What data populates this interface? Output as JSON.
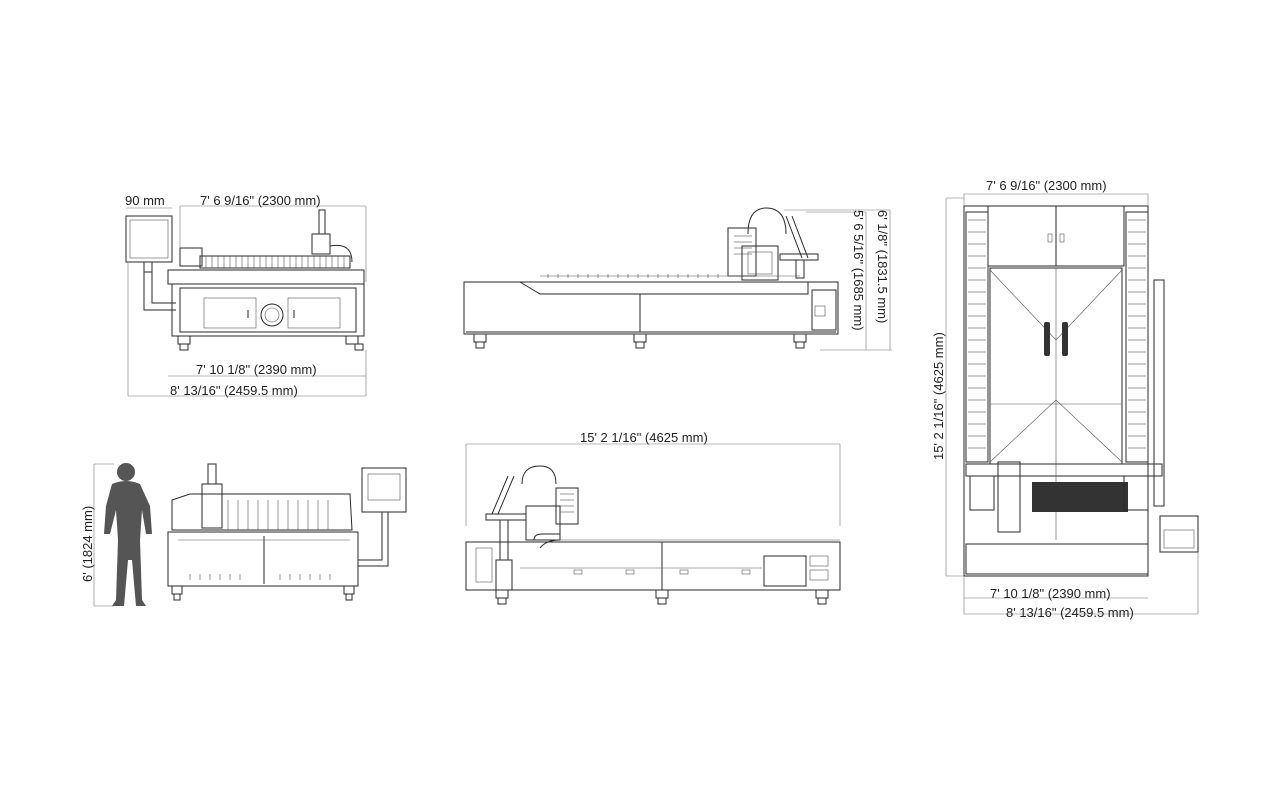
{
  "dimensions": {
    "panel_offset": "90 mm",
    "width_2300": "7' 6 9/16\" (2300 mm)",
    "width_2390": "7' 10 1/8\" (2390 mm)",
    "width_2459": "8' 13/16\" (2459.5 mm)",
    "length_4625": "15' 2 1/16\" (4625 mm)",
    "height_1831": "6' 1/8\" (1831.5 mm)",
    "height_1685": "5' 6 5/16\" (1685 mm)",
    "height_1824": "6' (1824 mm)"
  },
  "colors": {
    "line": "#2a2a2a",
    "person": "#555555",
    "text": "#222222"
  }
}
